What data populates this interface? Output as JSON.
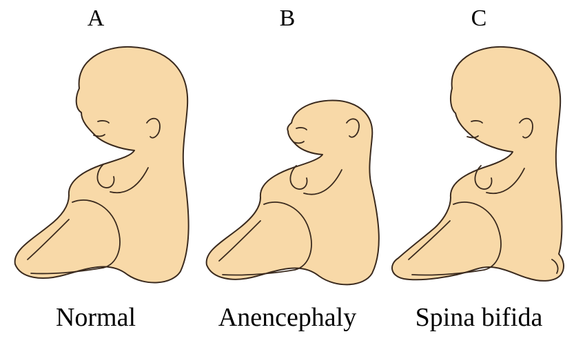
{
  "panels": [
    {
      "letter": "A",
      "caption": "Normal"
    },
    {
      "letter": "B",
      "caption": "Anencephaly"
    },
    {
      "letter": "C",
      "caption": "Spina bifida"
    }
  ],
  "colors": {
    "skin": "#f8d9a8",
    "outline": "#3a2a1e",
    "background": "#ffffff"
  }
}
